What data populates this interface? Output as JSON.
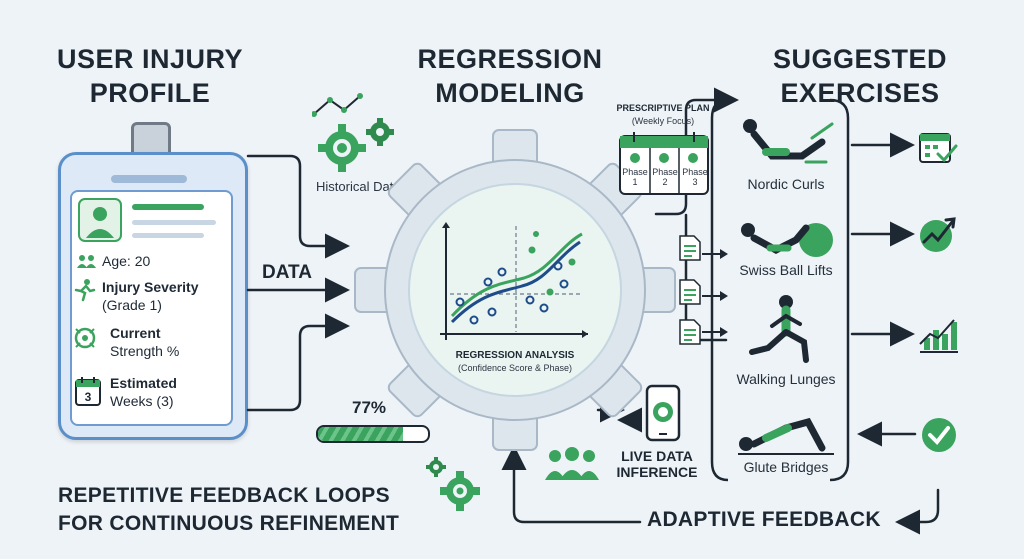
{
  "headings": {
    "profile": [
      "USER INJURY",
      "PROFILE"
    ],
    "regression": [
      "REGRESSION",
      "MODELING"
    ],
    "exercises": [
      "SUGGESTED",
      "EXERCISES"
    ]
  },
  "profile": {
    "age": "Age: 20",
    "severity_title": "Injury Severity",
    "severity_sub": "(Grade 1)",
    "strength_title": "Current",
    "strength_sub": "Strength %",
    "weeks_title": "Estimated",
    "weeks_sub": "Weeks (3)",
    "calendar_number": "3"
  },
  "labels": {
    "data": "DATA",
    "historical": "Historical Data",
    "progress": "77%",
    "regression_title": "REGRESSION ANALYSIS",
    "regression_sub": "(Confidence Score & Phase)",
    "plan_title": "PRESCRIPTIVE PLAN",
    "plan_sub": "(Weekly Focus)",
    "phases": [
      "Phase\n1",
      "Phase\n2",
      "Phase\n3"
    ],
    "live": [
      "LIVE DATA",
      "INFERENCE"
    ],
    "adaptive": "ADAPTIVE FEEDBACK",
    "loops": [
      "REPETITIVE FEEDBACK LOOPS",
      "FOR CONTINUOUS REFINEMENT"
    ]
  },
  "exercises": [
    "Nordic Curls",
    "Swiss Ball Lifts",
    "Walking Lunges",
    "Glute Bridges"
  ],
  "progress_fraction": 0.77,
  "colors": {
    "green": "#3aa35d",
    "blue": "#5b8fc9",
    "dark": "#1e2833",
    "gear": "#dfe6ee"
  },
  "icons": [
    "person-icon",
    "runner-icon",
    "strength-icon",
    "calendar-icon",
    "gear-icon",
    "line-chart-icon",
    "document-icon",
    "phone-icon",
    "people-icon",
    "checkmark-icon",
    "trend-icon",
    "bar-chart-icon"
  ]
}
